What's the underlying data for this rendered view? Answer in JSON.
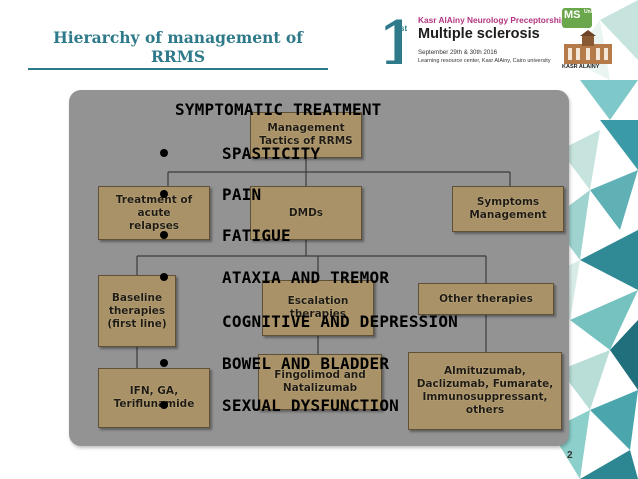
{
  "title": "Hierarchy of management of RRMS",
  "banner": {
    "number": "1",
    "suffix": "st",
    "line1": "Kasr AlAiny Neurology Preceptorship on",
    "line2": "Multiple sclerosis",
    "line3": "September 29th & 30th 2016",
    "line4": "Learning resource center, Kasr AlAiny, Cairo university",
    "ms_logo": "MS",
    "ms_logo_suffix": "Unit",
    "institution": "KASR ALAINY",
    "colors": {
      "accent": "#b2357f",
      "teal": "#2e7a8a",
      "green": "#6aa64b"
    }
  },
  "chart": {
    "root": "Management\nTactics of RRMS",
    "level2": [
      "Treatment of acute\nrelapses",
      "DMDs",
      "Symptoms\nManagement"
    ],
    "level3": [
      "Baseline\ntherapies\n(first line)",
      "Escalation\ntherapies",
      "Other therapies"
    ],
    "level4": [
      "IFN, GA,\nTeriflunamide",
      "Fingolimod and\nNatalizumab",
      "Almituzumab,\nDaclizumab, Fumarate,\nImmunosuppressant,\nothers"
    ],
    "box_color": "#a99267",
    "panel_color": "#939393"
  },
  "overlay": {
    "heading": "SYMPTOMATIC TREATMENT",
    "bullets": [
      "SPASTICITY",
      "PAIN",
      "FATIGUE",
      "ATAXIA AND TREMOR",
      "COGNITIVE AND DEPRESSION",
      "BOWEL AND BLADDER",
      "SEXUAL DYSFUNCTION"
    ]
  },
  "page_number": "2"
}
